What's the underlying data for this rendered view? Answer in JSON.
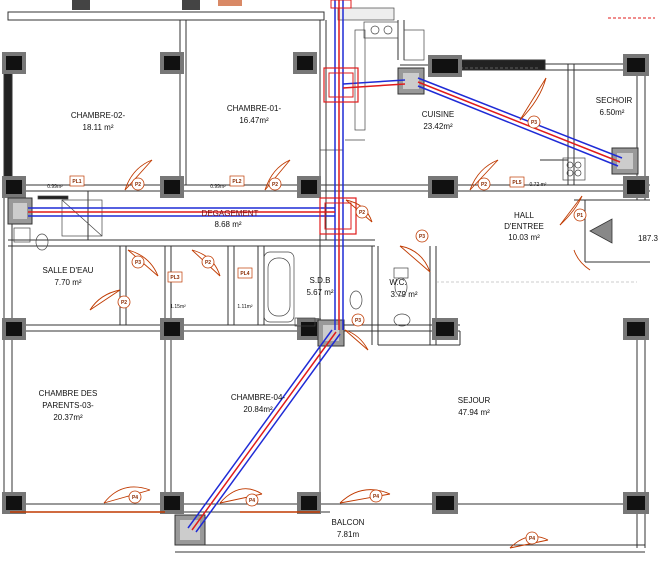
{
  "rooms": {
    "chambre02": {
      "name": "CHAMBRE-02-",
      "area": "18.11 m²"
    },
    "chambre01": {
      "name": "CHAMBRE-01-",
      "area": "16.47m²"
    },
    "cuisine": {
      "name": "CUISINE",
      "area": "23.42m²"
    },
    "sechoir": {
      "name": "SECHOIR",
      "area": "6.50m²"
    },
    "degagement": {
      "name": "DEGAGEMENT",
      "area": "8.68 m²"
    },
    "hall": {
      "name1": "HALL",
      "name2": "D'ENTREE",
      "area": "10.03 m²"
    },
    "hall_partial": {
      "area": "187.3"
    },
    "salle_deau": {
      "name": "SALLE D'EAU",
      "area": "7.70 m²"
    },
    "sdb": {
      "name": "S.D.B",
      "area": "5.67 m²"
    },
    "wc": {
      "name": "W.C.",
      "area": "3.79 m²"
    },
    "chambre_parents": {
      "name1": "CHAMBRE DES",
      "name2": "PARENTS-03-",
      "area": "20.37m²"
    },
    "chambre04": {
      "name": "CHAMBRE-04-",
      "area": "20.84m²"
    },
    "sejour": {
      "name": "SEJOUR",
      "area": "47.94 m²"
    },
    "balcon": {
      "name": "BALCON",
      "area": "7.81m"
    }
  },
  "placards": {
    "pl1": {
      "tag": "PL1",
      "area": "0.99m²"
    },
    "pl2": {
      "tag": "PL2",
      "area": "0.99m²"
    },
    "pl3": {
      "tag": "PL3",
      "area": "1.15m²"
    },
    "pl4": {
      "tag": "PL4",
      "area": "1.11m²"
    },
    "pl5": {
      "tag": "PL5",
      "area": "0.72 m²"
    }
  },
  "doors": {
    "p1": "P1",
    "p2": "P2",
    "p3": "P3",
    "p4": "P4"
  },
  "colors": {
    "wall": "#2a2a2a",
    "column": "#1a1a1a",
    "door": "#c03a00",
    "duct_blue": "#1f2bd6",
    "duct_red": "#e01b1b"
  }
}
